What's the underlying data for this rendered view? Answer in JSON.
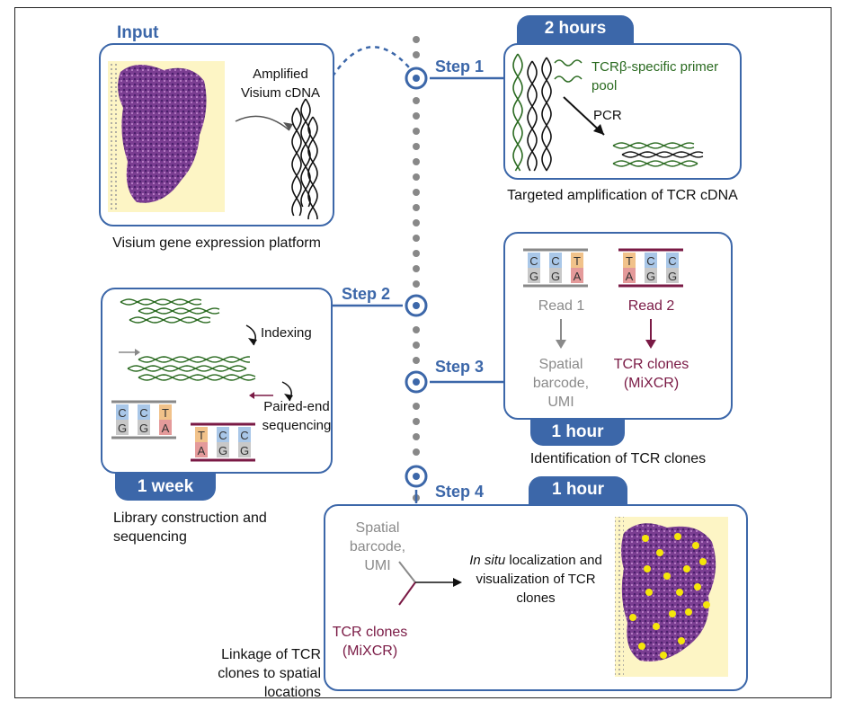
{
  "input": {
    "title": "Input",
    "cdna_label": "Amplified Visium cDNA",
    "caption": "Visium gene expression platform"
  },
  "step1": {
    "step_label": "Step 1",
    "time": "2 hours",
    "primer": "TCRβ-specific primer pool",
    "pcr": "PCR",
    "caption": "Targeted amplification of TCR cDNA"
  },
  "step2": {
    "step_label": "Step 2",
    "time": "1 week",
    "indexing": "Indexing",
    "sequencing": "Paired-end sequencing",
    "caption": "Library construction and sequencing"
  },
  "step3": {
    "step_label": "Step 3",
    "time": "1 hour",
    "read1": "Read 1",
    "read2": "Read 2",
    "spatial": "Spatial barcode, UMI",
    "clones": "TCR clones (MiXCR)",
    "caption": "Identification of TCR clones"
  },
  "step4": {
    "step_label": "Step 4",
    "time": "1 hour",
    "spatial": "Spatial barcode, UMI",
    "clones": "TCR clones (MiXCR)",
    "insitu_em": "In situ",
    "insitu_rest": "localization and visualization of TCR clones",
    "caption": "Linkage of TCR clones to spatial locations"
  },
  "nucleotides": {
    "read1_top": [
      "C",
      "C",
      "T"
    ],
    "read1_bottom": [
      "G",
      "G",
      "A"
    ],
    "read2_top": [
      "T",
      "C",
      "C"
    ],
    "read2_bottom": [
      "A",
      "G",
      "G"
    ]
  },
  "colors": {
    "accent": "#3c67a9",
    "read1": "#8a8a8a",
    "read2": "#7a1a45",
    "green": "#2a6a20",
    "tissue": "#7b3e92",
    "spot": "#f5e60b"
  }
}
